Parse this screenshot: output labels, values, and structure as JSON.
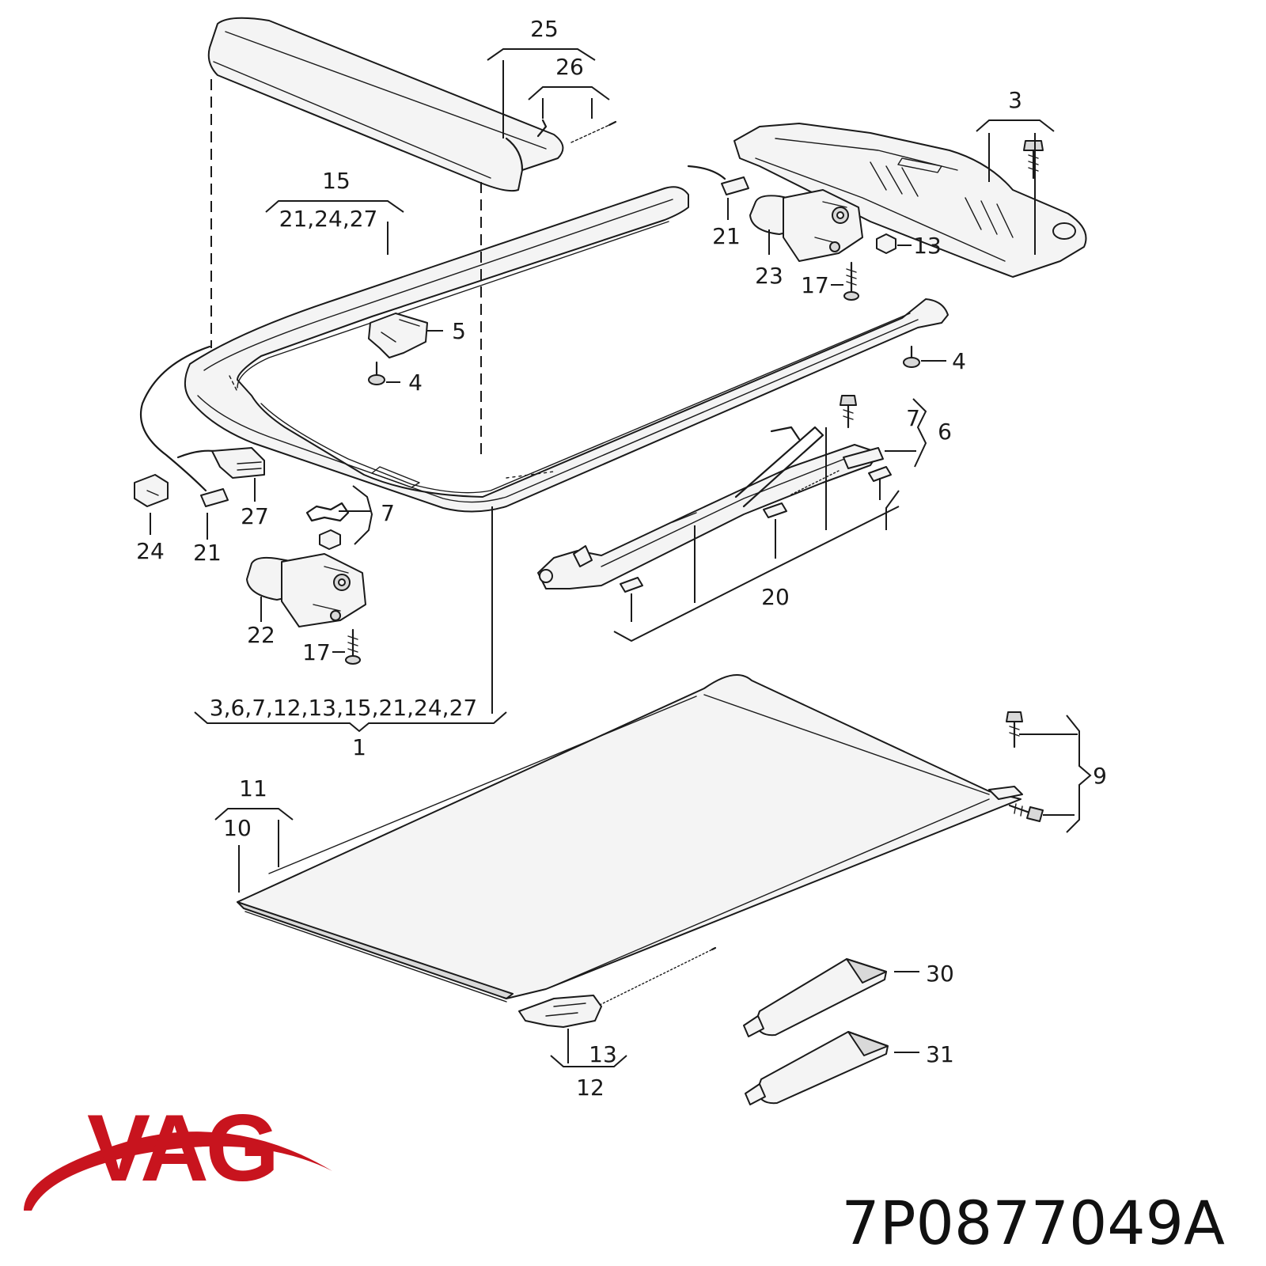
{
  "labels": {
    "c25": "25",
    "c26": "26",
    "c3": "3",
    "c15": "15",
    "c21_24_27": "21,24,27",
    "c21_right": "21",
    "c13_top": "13",
    "c23": "23",
    "c17_top": "17",
    "c5": "5",
    "c4_left": "4",
    "c4_right": "4",
    "c7_right": "7",
    "c6": "6",
    "c27": "27",
    "c24": "24",
    "c21_left": "21",
    "c7_left": "7",
    "c20": "20",
    "c22": "22",
    "c17_bottom": "17",
    "c_group1": "3,6,7,12,13,15,21,24,27",
    "c1": "1",
    "c9": "9",
    "c11": "11",
    "c10": "10",
    "c30": "30",
    "c31": "31",
    "c13_bottom": "13",
    "c12": "12"
  },
  "brand": {
    "name": "VAG",
    "color": "#c8141e"
  },
  "part_number": "7P0877049A"
}
